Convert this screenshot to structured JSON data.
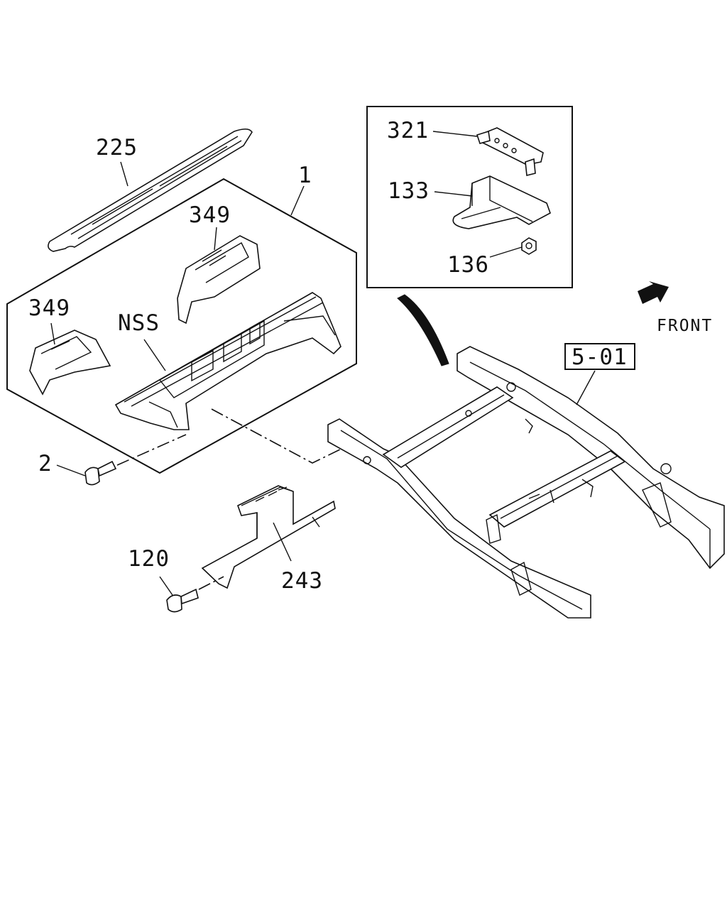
{
  "diagram": {
    "callouts": {
      "part_225": "225",
      "part_1": "1",
      "part_349_upper": "349",
      "part_349_left": "349",
      "part_nss": "NSS",
      "part_2": "2",
      "part_321": "321",
      "part_133": "133",
      "part_136": "136",
      "part_120": "120",
      "part_243": "243",
      "ref_5_01": "5-01"
    },
    "direction": {
      "label": "FRONT",
      "icon": "front-direction-arrow-icon"
    },
    "colors": {
      "line": "#111111",
      "background": "#ffffff"
    }
  }
}
